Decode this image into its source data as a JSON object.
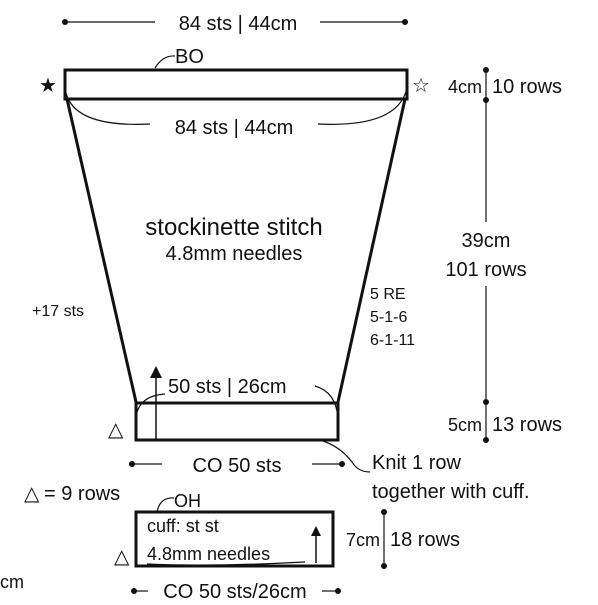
{
  "top_width_label": "84 sts | 44cm",
  "bind_off_label": "BO",
  "band_width_label": "84 sts | 44cm",
  "star_left": "★",
  "star_right": "☆",
  "band_height_cm": "4cm",
  "band_rows": "10 rows",
  "body_title": "stockinette stitch",
  "body_needles": "4.8mm needles",
  "body_height_cm": "39cm",
  "body_rows": "101 rows",
  "increase_label": "+17 sts",
  "increase_code_1": "5 RE",
  "increase_code_2": "5-1-6",
  "increase_code_3": "6-1-11",
  "base_width_label": "50 sts | 26cm",
  "base_height_cm": "5cm",
  "base_rows": "13 rows",
  "co_label": "CO 50 sts",
  "knit_note_1": "Knit 1 row",
  "knit_note_2": "together with cuff.",
  "triangle_legend": "= 9 rows",
  "cuff_open_label": "OH",
  "cuff_title": "cuff: st st",
  "cuff_needles": "4.8mm needles",
  "cuff_height_cm": "7cm",
  "cuff_rows": "18 rows",
  "cuff_co_label": "CO 50 sts/26cm",
  "cut_left_text": "cm",
  "triangle_symbol": "△"
}
